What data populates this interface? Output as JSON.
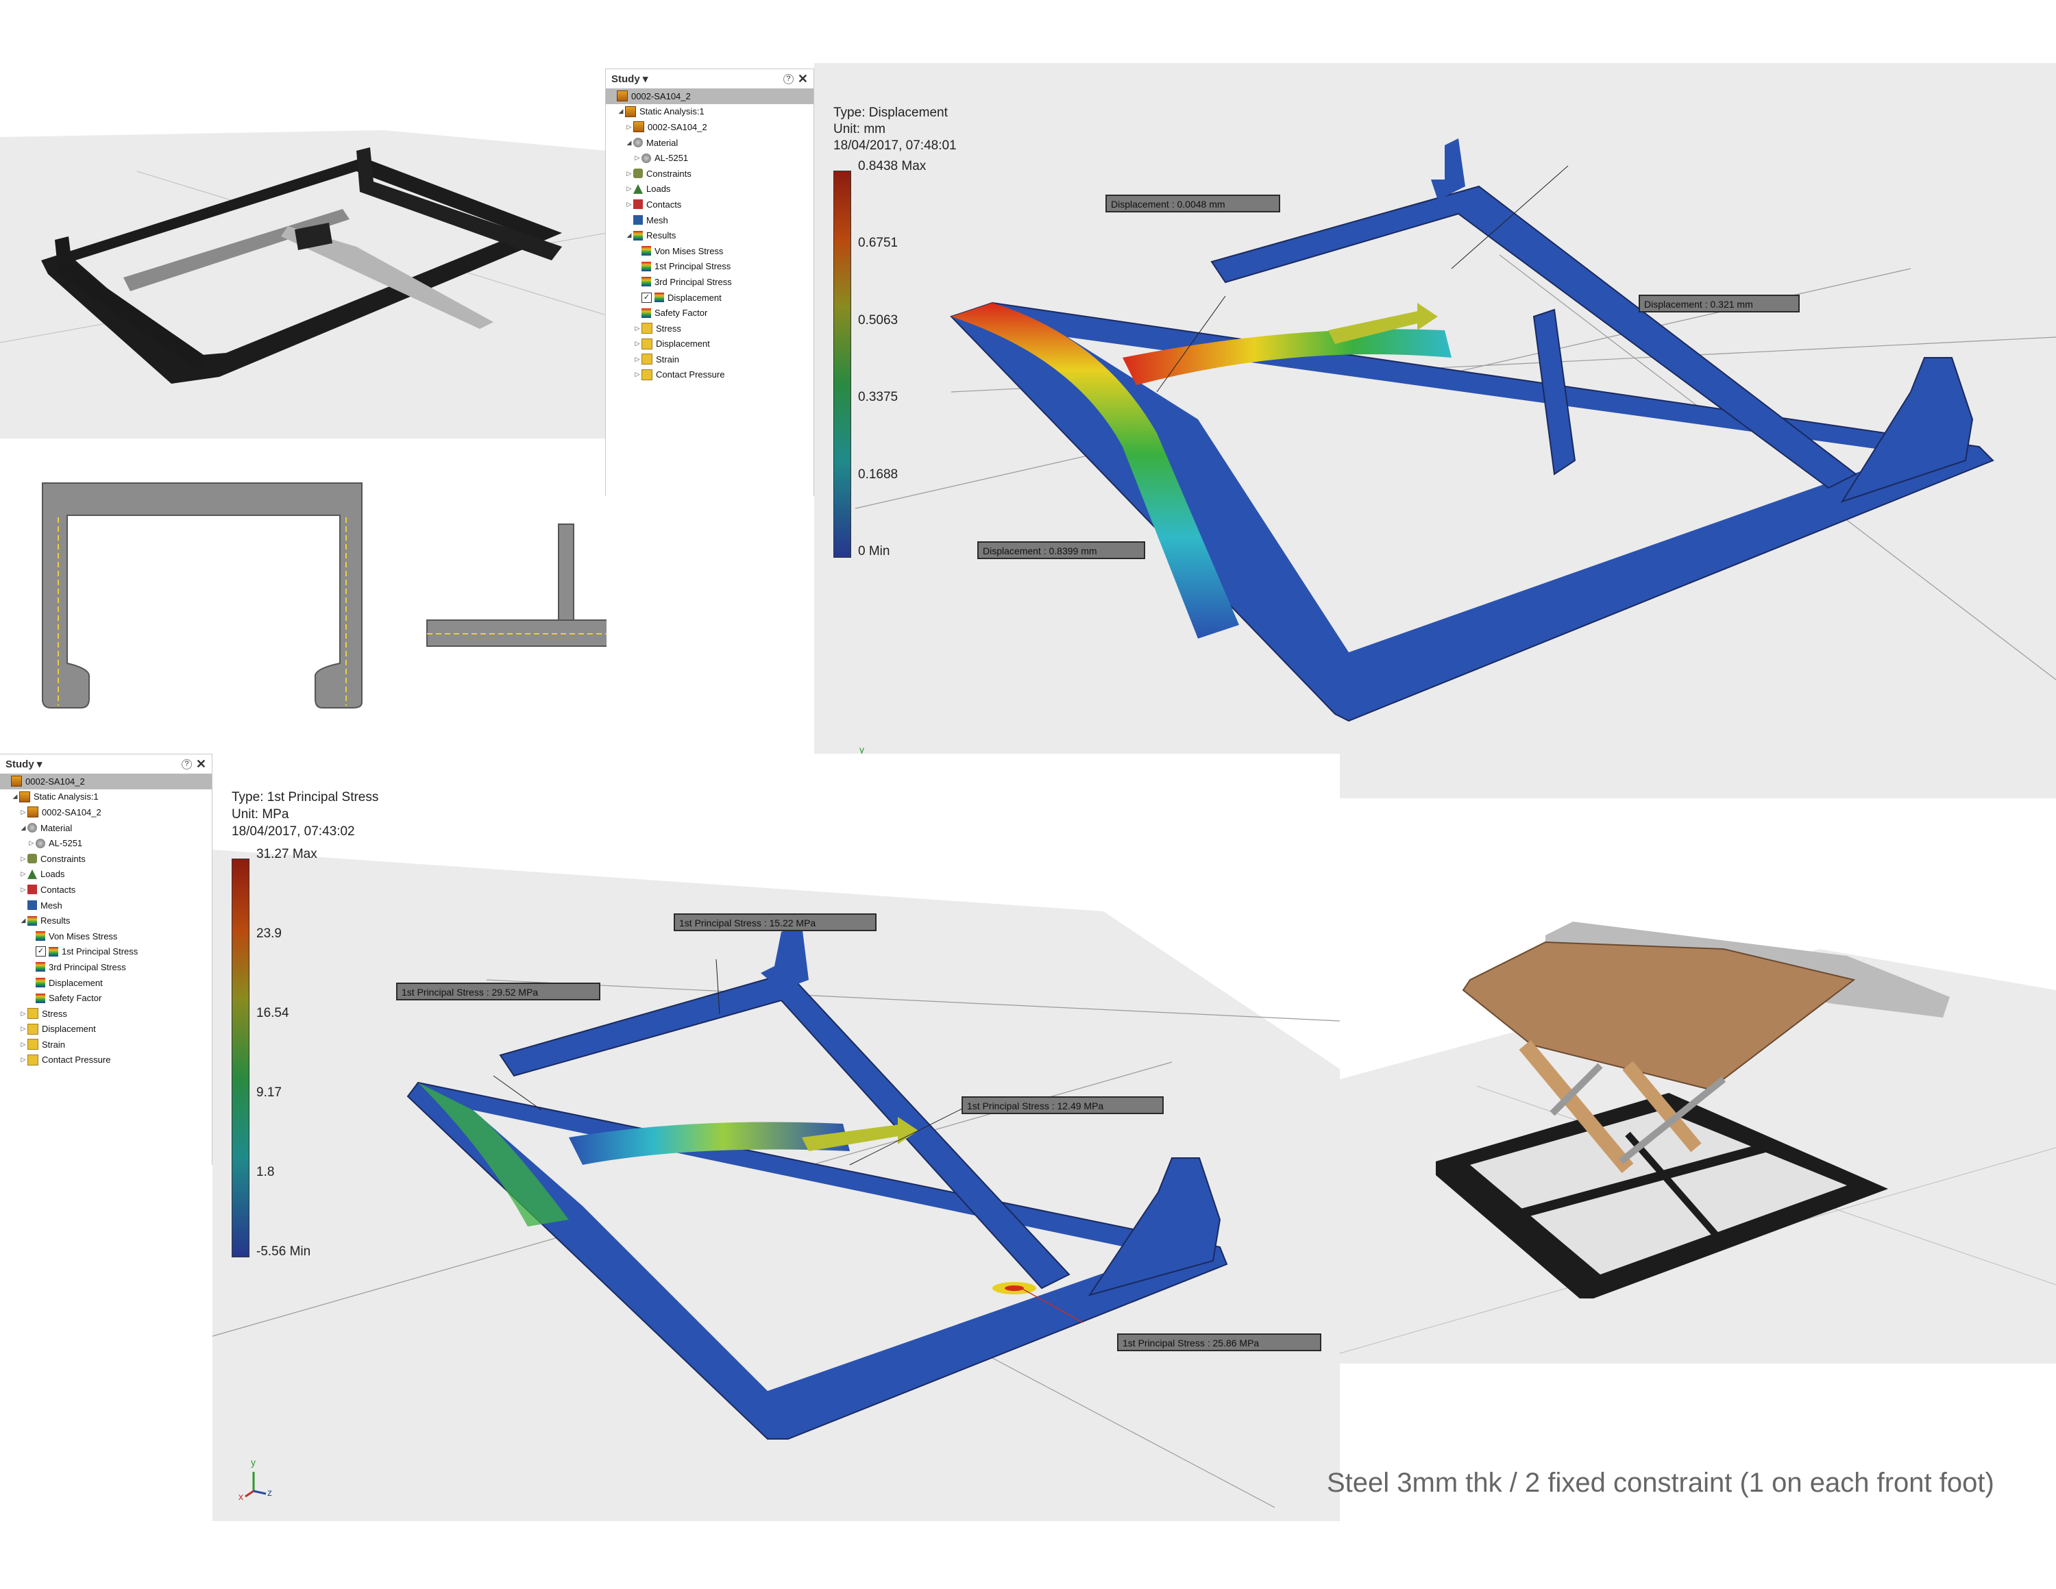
{
  "top_browser": {
    "header": "Study ▾",
    "close": "✕",
    "help": "?",
    "items": [
      {
        "label": "0002-SA104_2",
        "indent": 0,
        "icon": "study",
        "tw": "",
        "selected": true
      },
      {
        "label": "Static Analysis:1",
        "indent": 1,
        "icon": "study",
        "tw": "◢"
      },
      {
        "label": "0002-SA104_2",
        "indent": 2,
        "icon": "study",
        "tw": "▷"
      },
      {
        "label": "Material",
        "indent": 2,
        "icon": "mat",
        "tw": "◢"
      },
      {
        "label": "AL-5251",
        "indent": 3,
        "icon": "mat",
        "tw": "▷"
      },
      {
        "label": "Constraints",
        "indent": 2,
        "icon": "con",
        "tw": "▷"
      },
      {
        "label": "Loads",
        "indent": 2,
        "icon": "load",
        "tw": "▷"
      },
      {
        "label": "Contacts",
        "indent": 2,
        "icon": "cont",
        "tw": "▷"
      },
      {
        "label": "Mesh",
        "indent": 2,
        "icon": "mesh",
        "tw": ""
      },
      {
        "label": "Results",
        "indent": 2,
        "icon": "res",
        "tw": "◢"
      },
      {
        "label": "Von Mises Stress",
        "indent": 3,
        "icon": "res",
        "tw": ""
      },
      {
        "label": "1st Principal Stress",
        "indent": 3,
        "icon": "res",
        "tw": ""
      },
      {
        "label": "3rd Principal Stress",
        "indent": 3,
        "icon": "res",
        "tw": ""
      },
      {
        "label": "Displacement",
        "indent": 3,
        "icon": "res",
        "tw": "",
        "checked": true
      },
      {
        "label": "Safety Factor",
        "indent": 3,
        "icon": "res",
        "tw": ""
      },
      {
        "label": "Stress",
        "indent": 3,
        "icon": "folder",
        "tw": "▷"
      },
      {
        "label": "Displacement",
        "indent": 3,
        "icon": "folder",
        "tw": "▷"
      },
      {
        "label": "Strain",
        "indent": 3,
        "icon": "folder",
        "tw": "▷"
      },
      {
        "label": "Contact Pressure",
        "indent": 3,
        "icon": "folder",
        "tw": "▷"
      }
    ]
  },
  "bottom_browser": {
    "header": "Study ▾",
    "close": "✕",
    "help": "?",
    "items": [
      {
        "label": "0002-SA104_2",
        "indent": 0,
        "icon": "study",
        "tw": "",
        "selected": true
      },
      {
        "label": "Static Analysis:1",
        "indent": 1,
        "icon": "study",
        "tw": "◢"
      },
      {
        "label": "0002-SA104_2",
        "indent": 2,
        "icon": "study",
        "tw": "▷"
      },
      {
        "label": "Material",
        "indent": 2,
        "icon": "mat",
        "tw": "◢"
      },
      {
        "label": "AL-5251",
        "indent": 3,
        "icon": "mat",
        "tw": "▷"
      },
      {
        "label": "Constraints",
        "indent": 2,
        "icon": "con",
        "tw": "▷"
      },
      {
        "label": "Loads",
        "indent": 2,
        "icon": "load",
        "tw": "▷"
      },
      {
        "label": "Contacts",
        "indent": 2,
        "icon": "cont",
        "tw": "▷"
      },
      {
        "label": "Mesh",
        "indent": 2,
        "icon": "mesh",
        "tw": ""
      },
      {
        "label": "Results",
        "indent": 2,
        "icon": "res",
        "tw": "◢"
      },
      {
        "label": "Von Mises Stress",
        "indent": 3,
        "icon": "res",
        "tw": ""
      },
      {
        "label": "1st Principal Stress",
        "indent": 3,
        "icon": "res",
        "tw": "",
        "checked": true
      },
      {
        "label": "3rd Principal Stress",
        "indent": 3,
        "icon": "res",
        "tw": ""
      },
      {
        "label": "Displacement",
        "indent": 3,
        "icon": "res",
        "tw": ""
      },
      {
        "label": "Safety Factor",
        "indent": 3,
        "icon": "res",
        "tw": ""
      },
      {
        "label": "Stress",
        "indent": 2,
        "icon": "folder",
        "tw": "▷"
      },
      {
        "label": "Displacement",
        "indent": 2,
        "icon": "folder",
        "tw": "▷"
      },
      {
        "label": "Strain",
        "indent": 2,
        "icon": "folder",
        "tw": "▷"
      },
      {
        "label": "Contact Pressure",
        "indent": 2,
        "icon": "folder",
        "tw": "▷"
      }
    ]
  },
  "displacement_legend": {
    "type": "Type: Displacement",
    "unit": "Unit: mm",
    "date": "18/04/2017, 07:48:01",
    "ticks": [
      "0.8438 Max",
      "0.6751",
      "0.5063",
      "0.3375",
      "0.1688",
      "0 Min"
    ]
  },
  "stress_legend": {
    "type": "Type: 1st Principal Stress",
    "unit": "Unit: MPa",
    "date": "18/04/2017, 07:43:02",
    "ticks": [
      "31.27 Max",
      "23.9",
      "16.54",
      "9.17",
      "1.8",
      "-5.56 Min"
    ]
  },
  "displacement_callouts": [
    "Displacement : 0.0048 mm",
    "Displacement : 0.321 mm",
    "Displacement : 0.8399 mm"
  ],
  "stress_callouts": [
    "1st Principal Stress : 15.22 MPa",
    "1st Principal Stress : 29.52 MPa",
    "1st Principal Stress : 12.49 MPa",
    "1st Principal Stress : 25.86 MPa"
  ],
  "axis_labels": {
    "x": "x",
    "y": "y",
    "z": "z"
  },
  "footnote": "Steel 3mm thk   /  2 fixed constraint (1 on each front foot)",
  "colors": {
    "frame_blue": "#2a52b0",
    "viewport_bg": "#ebebeb",
    "max_red": "#8c1c10",
    "min_blue": "#26368c"
  }
}
